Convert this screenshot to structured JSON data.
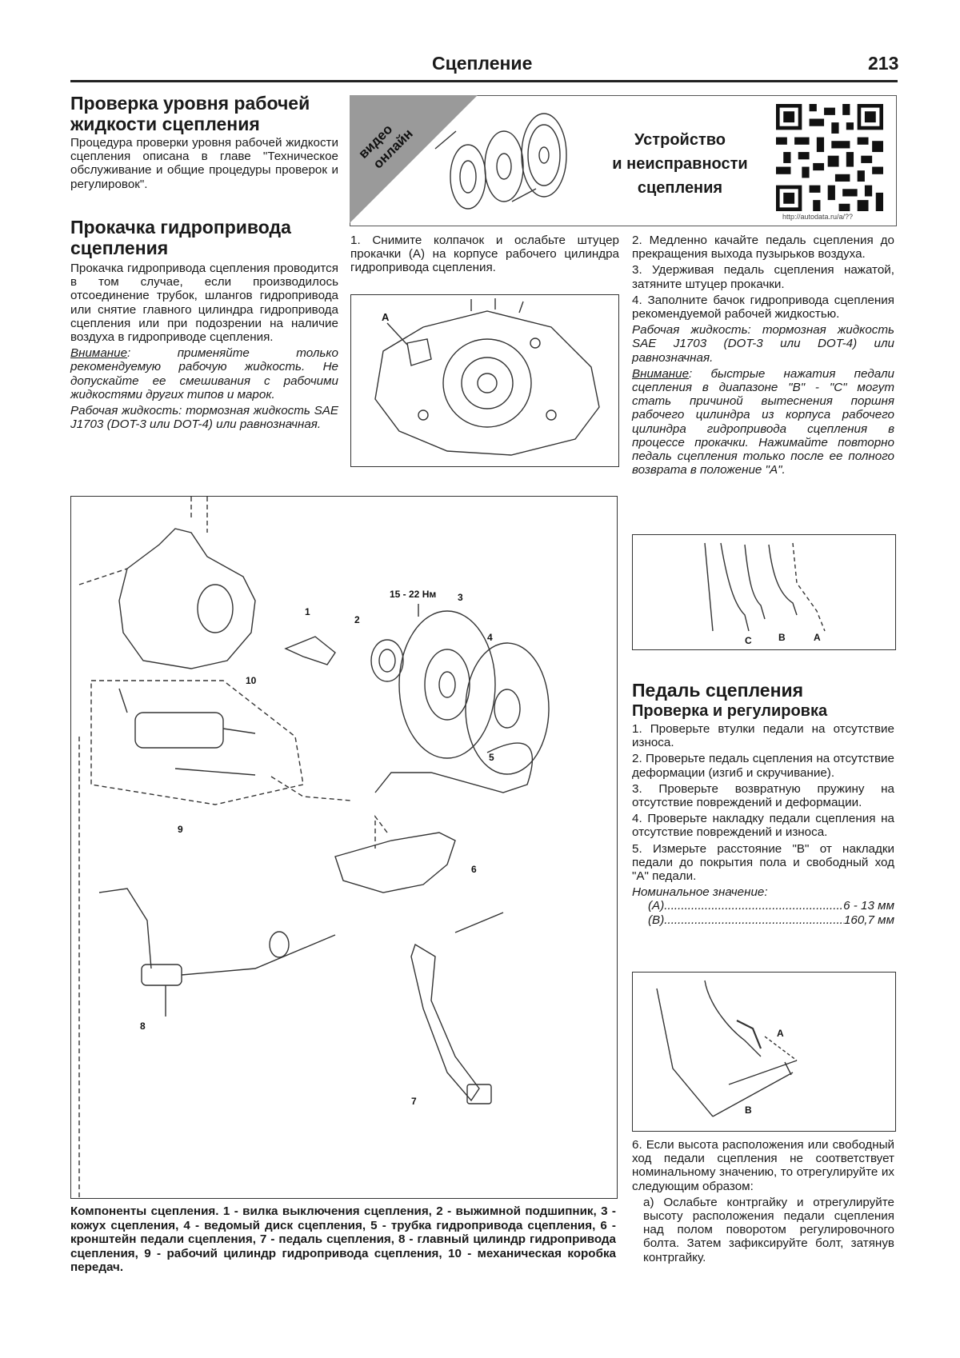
{
  "header": {
    "title": "Сцепление",
    "page_number": "213"
  },
  "section_level_check": {
    "title_line1": "Проверка уровня рабочей",
    "title_line2": "жидкости сцепления",
    "body": "Процедура проверки уровня рабочей жидкости сцепления описана в главе \"Техническое обслуживание и общие процедуры проверок и регулировок\"."
  },
  "video_banner": {
    "badge_line1": "видео",
    "badge_line2": "онлайн",
    "title_line1": "Устройство",
    "title_line2": "и неисправности",
    "title_line3": "сцепления",
    "url": "http://autodata.ru/a/??"
  },
  "section_bleeding": {
    "title_line1": "Прокачка гидропривода",
    "title_line2": "сцепления",
    "body": "Прокачка гидропривода сцепления проводится в том случае, если производилось отсоединение трубок, шлангов гидропривода или снятие главного цилиндра гидропривода сцепления или при подозрении на наличие воздуха в гидроприводе сцепления.",
    "warning_label": "Внимание",
    "warning_text": ": применяйте только рекомендуемую рабочую жидкость. Не допускайте ее смешивания с рабочими жидкостями других типов и марок.",
    "fluid_text": "Рабочая жидкость: тормозная жидкость SAE J1703 (DOT-3 или DOT-4) или равнозначная."
  },
  "steps_middle": {
    "step1": "1. Снимите колпачок и ослабьте штуцер прокачки (A) на корпусе рабочего цилиндра гидропривода сцепления.",
    "figure_label_a": "A"
  },
  "steps_right": {
    "step2": "2. Медленно качайте педаль сцепления до прекращения выхода пузырьков воздуха.",
    "step3": "3. Удерживая педаль сцепления нажатой, затяните штуцер прокачки.",
    "step4": "4. Заполните бачок гидропривода сцепления рекомендуемой рабочей жидкостью.",
    "fluid_text": "Рабочая жидкость: тормозная жидкость SAE J1703 (DOT-3 или DOT-4) или равнозначная.",
    "warning_label": "Внимание",
    "warning_text": ": быстрые нажатия педали сцепления в диапазоне \"B\" - \"C\" могут стать причиной вытеснения поршня рабочего цилиндра из корпуса рабочего цилиндра гидропривода сцепления в процессе прокачки. Нажимайте повторно педаль сцепления только после ее полного возврата в положение \"A\".",
    "fig_labels": {
      "c": "C",
      "b": "B",
      "a": "A"
    }
  },
  "section_pedal": {
    "title": "Педаль сцепления",
    "subtitle": "Проверка и регулировка",
    "step1": "1. Проверьте втулки педали на отсутствие износа.",
    "step2": "2. Проверьте педаль сцепления на отсутствие деформации (изгиб и скручивание).",
    "step3": "3. Проверьте возвратную пружину на отсутствие повреждений и деформации.",
    "step4": "4. Проверьте накладку педали сцепления на отсутствие повреждений и износа.",
    "step5": "5. Измерьте расстояние \"B\" от накладки педали до покрытия пола и свободный ход \"A\" педали.",
    "nominal_label": "Номинальное значение:",
    "spec_a_label": "(A)",
    "spec_a_value": "6 - 13 мм",
    "spec_b_label": "(B)",
    "spec_b_value": "160,7 мм",
    "fig_label_a": "A",
    "fig_label_b": "B",
    "step6": "6. Если высота расположения или свободный ход педали сцепления не соответствует номинальному значению, то отрегулируйте их следующим образом:",
    "step6a": "а) Ослабьте контргайку и отрегулируйте высоту расположения педали сцепления над полом поворотом регулировочного болта. Затем зафиксируйте болт, затянув контргайку."
  },
  "components_figure": {
    "torque_label": "15 - 22 Нм",
    "callouts": [
      "1",
      "2",
      "3",
      "4",
      "5",
      "6",
      "7",
      "8",
      "9",
      "10"
    ],
    "caption": "Компоненты сцепления. 1 - вилка выключения сцепления, 2 - выжимной подшипник, 3 - кожух сцепления, 4 - ведомый диск сцепления, 5 - трубка гидропривода сцепления, 6 - кронштейн педали сцепления, 7 - педаль сцепления, 8 - главный цилиндр гидропривода сцепления, 9 - рабочий цилиндр гидропривода сцепления, 10 - механическая коробка передач."
  }
}
